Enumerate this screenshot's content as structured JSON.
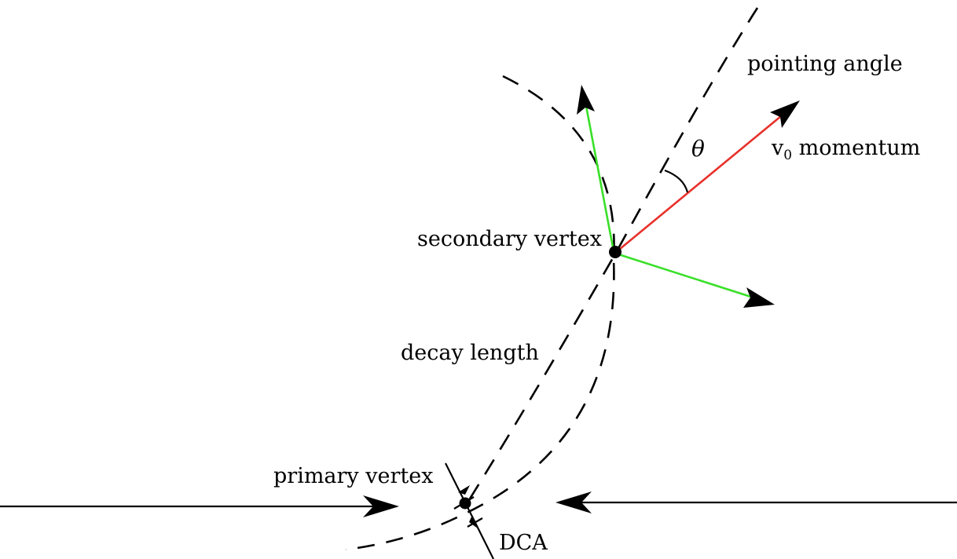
{
  "labels": {
    "pointing_angle": "pointing angle",
    "v0": "v",
    "v0_subscript": "0",
    "v0_momentum": " momentum",
    "theta": "θ",
    "secondary_vertex": "secondary vertex",
    "decay_length": "decay length",
    "primary_vertex": "primary vertex",
    "dca": "DCA"
  },
  "colors": {
    "v0_momentum_arrow": "#e8302a",
    "daughter_tracks": "#39e028",
    "lines": "#000000"
  }
}
